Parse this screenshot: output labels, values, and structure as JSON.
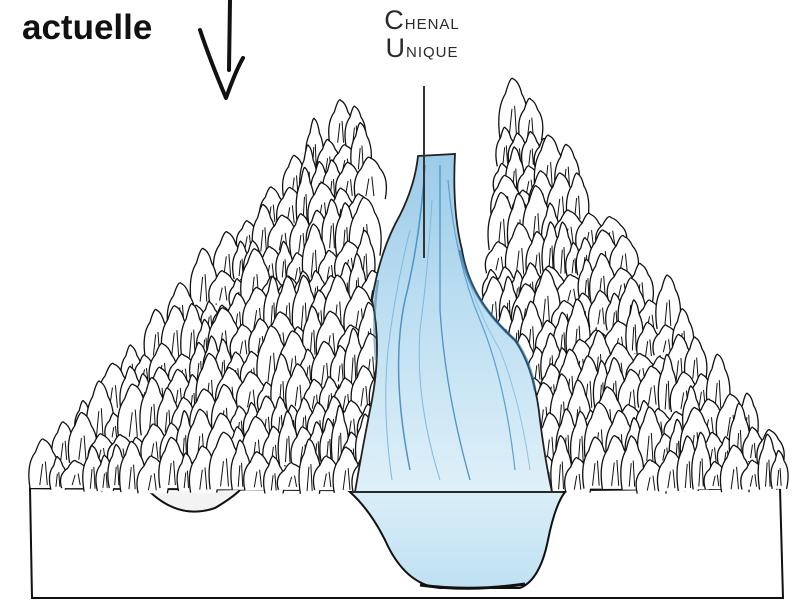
{
  "title_word": "actuelle",
  "channel_label": {
    "line1": "Chenal",
    "line2": "Unique"
  },
  "colors": {
    "water_light": "#d6ecf7",
    "water_mid": "#a9d3ec",
    "water_dark": "#5aa0cf",
    "ink": "#111111"
  },
  "icons": [
    "down-arrow-icon"
  ]
}
